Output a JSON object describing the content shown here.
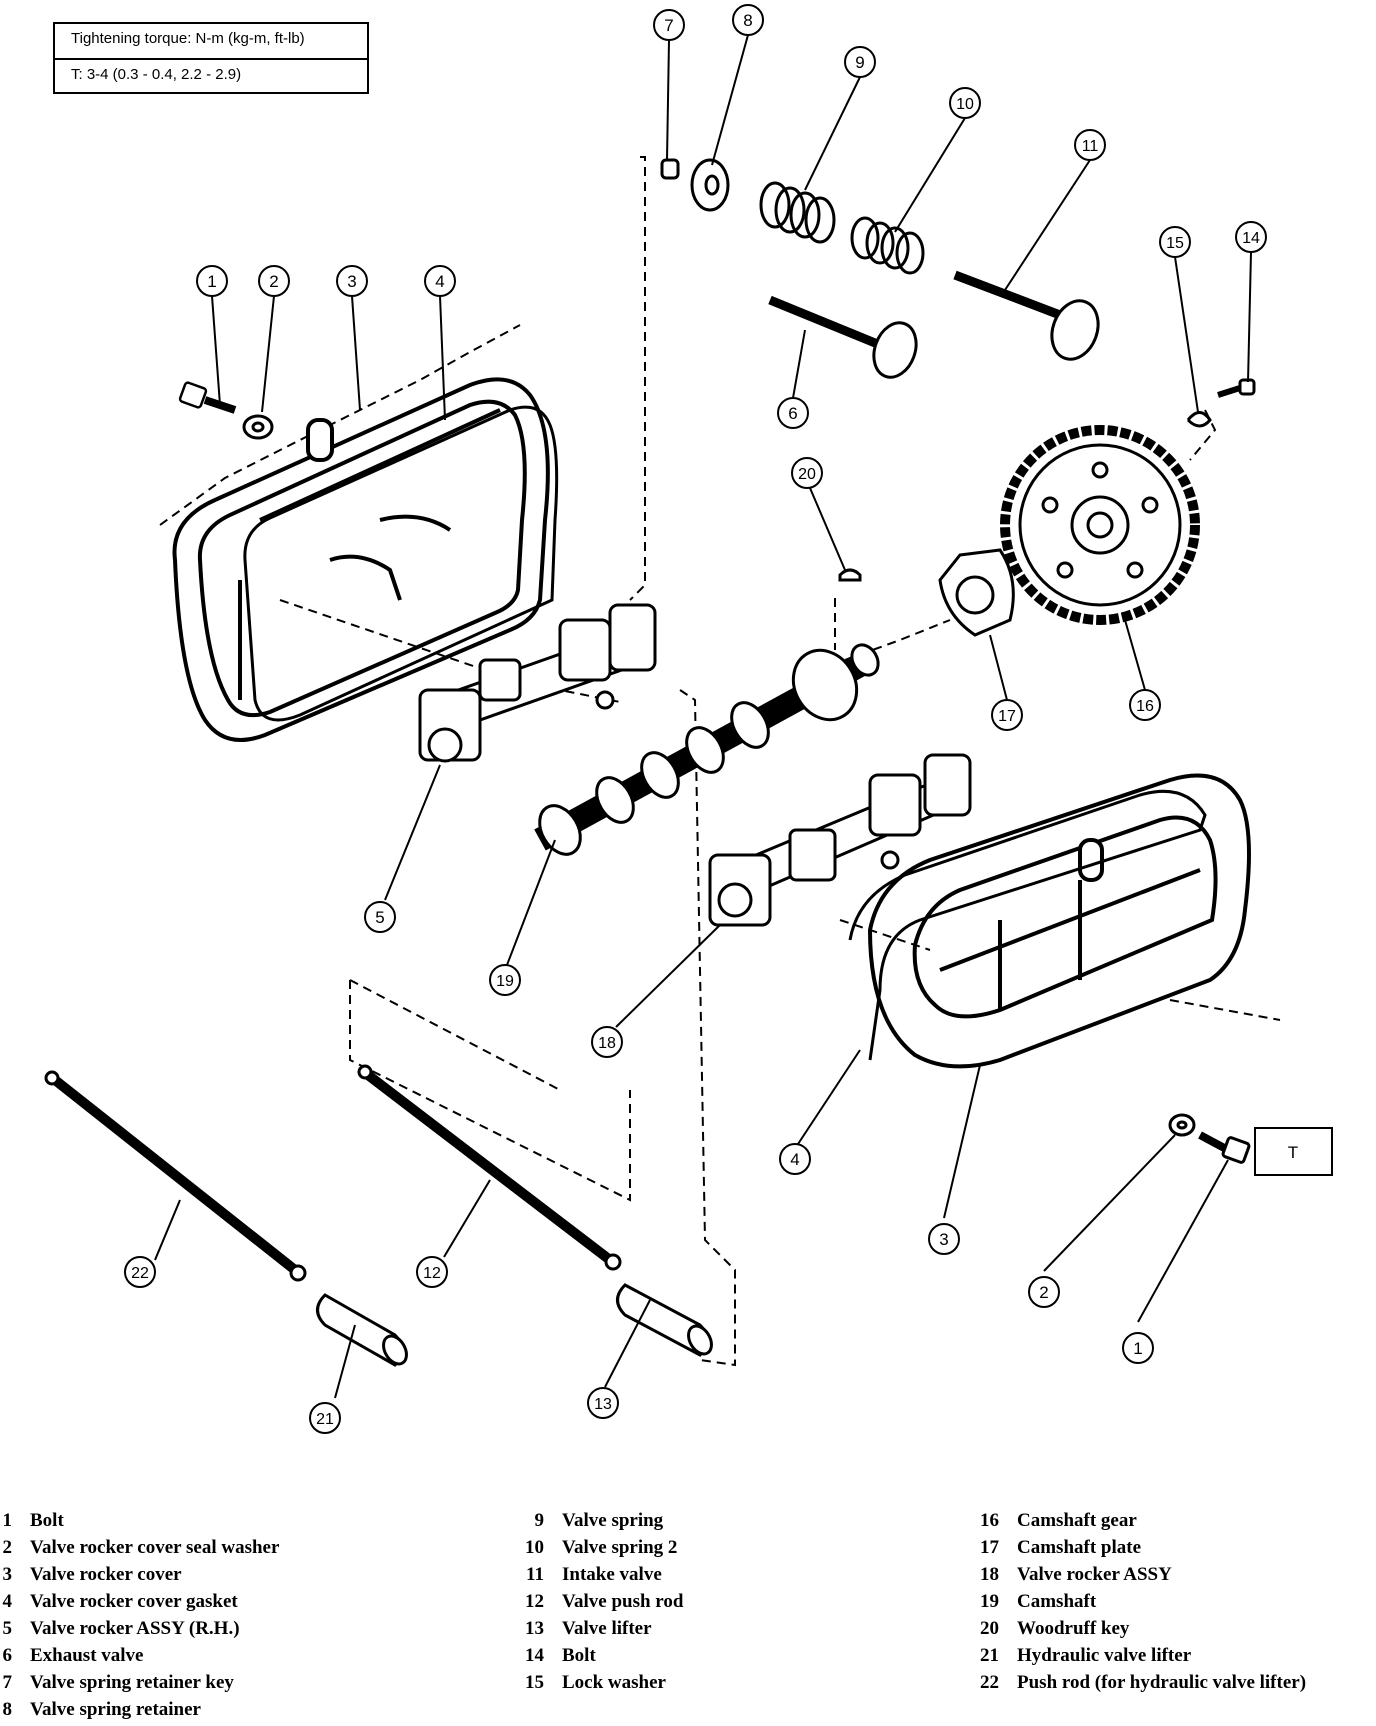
{
  "torque_box": {
    "header": "Tightening torque:  N-m (kg-m, ft-lb)",
    "value": "T: 3-4 (0.3 - 0.4, 2.2 - 2.9)"
  },
  "torque_marker": "T",
  "callouts": [
    "1",
    "2",
    "3",
    "4",
    "5",
    "6",
    "7",
    "8",
    "9",
    "10",
    "11",
    "12",
    "13",
    "14",
    "15",
    "16",
    "17",
    "18",
    "19",
    "20",
    "21",
    "22"
  ],
  "legend": {
    "column1": [
      {
        "num": "1",
        "label": "Bolt"
      },
      {
        "num": "2",
        "label": "Valve rocker cover seal washer"
      },
      {
        "num": "3",
        "label": "Valve rocker cover"
      },
      {
        "num": "4",
        "label": "Valve rocker cover gasket"
      },
      {
        "num": "5",
        "label": "Valve rocker ASSY (R.H.)"
      },
      {
        "num": "6",
        "label": "Exhaust valve"
      },
      {
        "num": "7",
        "label": "Valve spring retainer key"
      },
      {
        "num": "8",
        "label": "Valve spring retainer"
      }
    ],
    "column2": [
      {
        "num": "9",
        "label": "Valve spring"
      },
      {
        "num": "10",
        "label": "Valve spring 2"
      },
      {
        "num": "11",
        "label": "Intake valve"
      },
      {
        "num": "12",
        "label": "Valve push rod"
      },
      {
        "num": "13",
        "label": "Valve lifter"
      },
      {
        "num": "14",
        "label": "Bolt"
      },
      {
        "num": "15",
        "label": "Lock washer"
      }
    ],
    "column3": [
      {
        "num": "16",
        "label": "Camshaft gear"
      },
      {
        "num": "17",
        "label": "Camshaft plate"
      },
      {
        "num": "18",
        "label": "Valve rocker ASSY"
      },
      {
        "num": "19",
        "label": "Camshaft"
      },
      {
        "num": "20",
        "label": "Woodruff key"
      },
      {
        "num": "21",
        "label": "Hydraulic valve lifter"
      },
      {
        "num": "22",
        "label": "Push rod (for hydraulic  valve lifter)"
      }
    ]
  }
}
